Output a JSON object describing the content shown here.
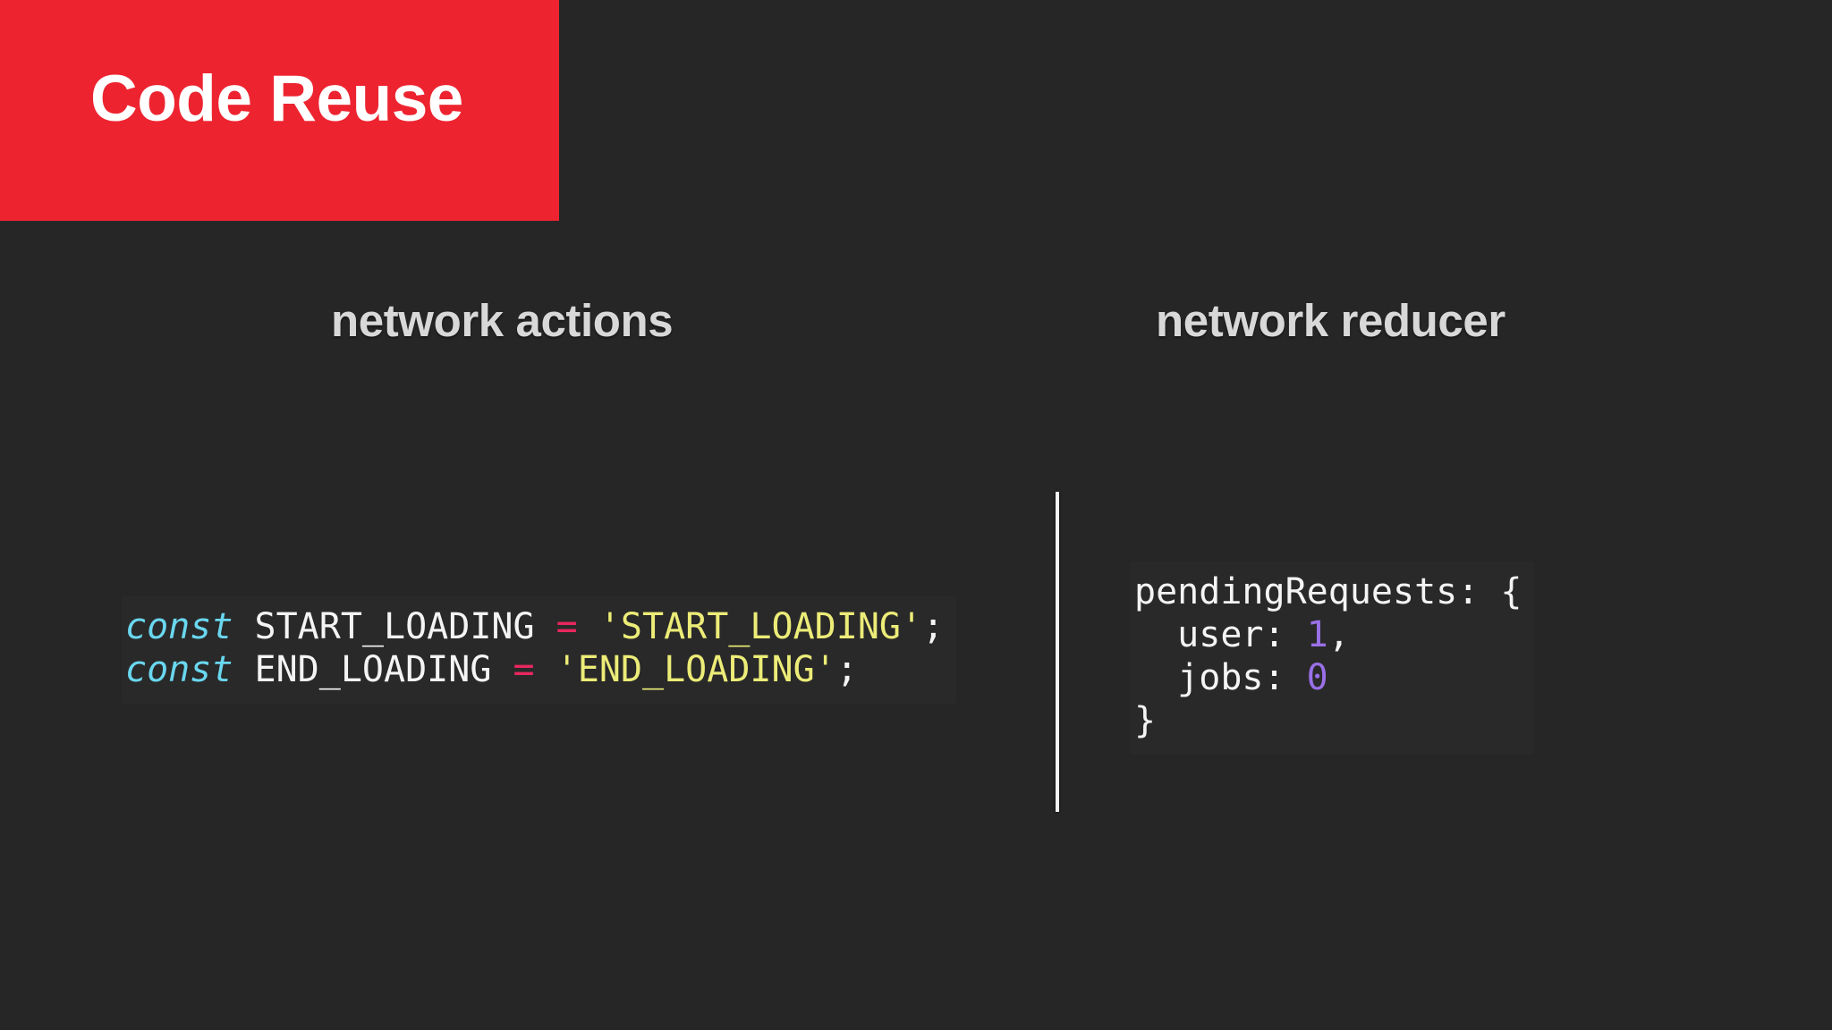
{
  "slide": {
    "background_color": "#262626",
    "title": "Code Reuse",
    "title_banner_color": "#ed2430",
    "title_text_color": "#ffffff"
  },
  "columns": {
    "left": {
      "heading": "network actions",
      "heading_color": "#d8d8d8",
      "code_lines": [
        [
          {
            "text": "const",
            "kind": "keyword"
          },
          {
            "text": " START_LOADING ",
            "kind": "plain"
          },
          {
            "text": "=",
            "kind": "operator"
          },
          {
            "text": " ",
            "kind": "plain"
          },
          {
            "text": "'START_LOADING'",
            "kind": "string"
          },
          {
            "text": ";",
            "kind": "plain"
          }
        ],
        [
          {
            "text": "const",
            "kind": "keyword"
          },
          {
            "text": " END_LOADING ",
            "kind": "plain"
          },
          {
            "text": "=",
            "kind": "operator"
          },
          {
            "text": " ",
            "kind": "plain"
          },
          {
            "text": "'END_LOADING'",
            "kind": "string"
          },
          {
            "text": ";",
            "kind": "plain"
          }
        ]
      ]
    },
    "right": {
      "heading": "network reducer",
      "heading_color": "#d8d8d8",
      "code_lines": [
        [
          {
            "text": "pendingRequests: {",
            "kind": "plain"
          }
        ],
        [
          {
            "text": "  user: ",
            "kind": "plain"
          },
          {
            "text": "1",
            "kind": "number"
          },
          {
            "text": ",",
            "kind": "plain"
          }
        ],
        [
          {
            "text": "  jobs: ",
            "kind": "plain"
          },
          {
            "text": "0",
            "kind": "number"
          }
        ],
        [
          {
            "text": "}",
            "kind": "plain"
          }
        ]
      ]
    }
  },
  "divider": {
    "color": "#f2f2f2",
    "orientation": "vertical"
  },
  "syntax_colors": {
    "keyword": "#6ad7ef",
    "operator": "#e8275e",
    "string": "#ecec78",
    "number": "#9a70e8",
    "plain": "#f4f4f4"
  }
}
